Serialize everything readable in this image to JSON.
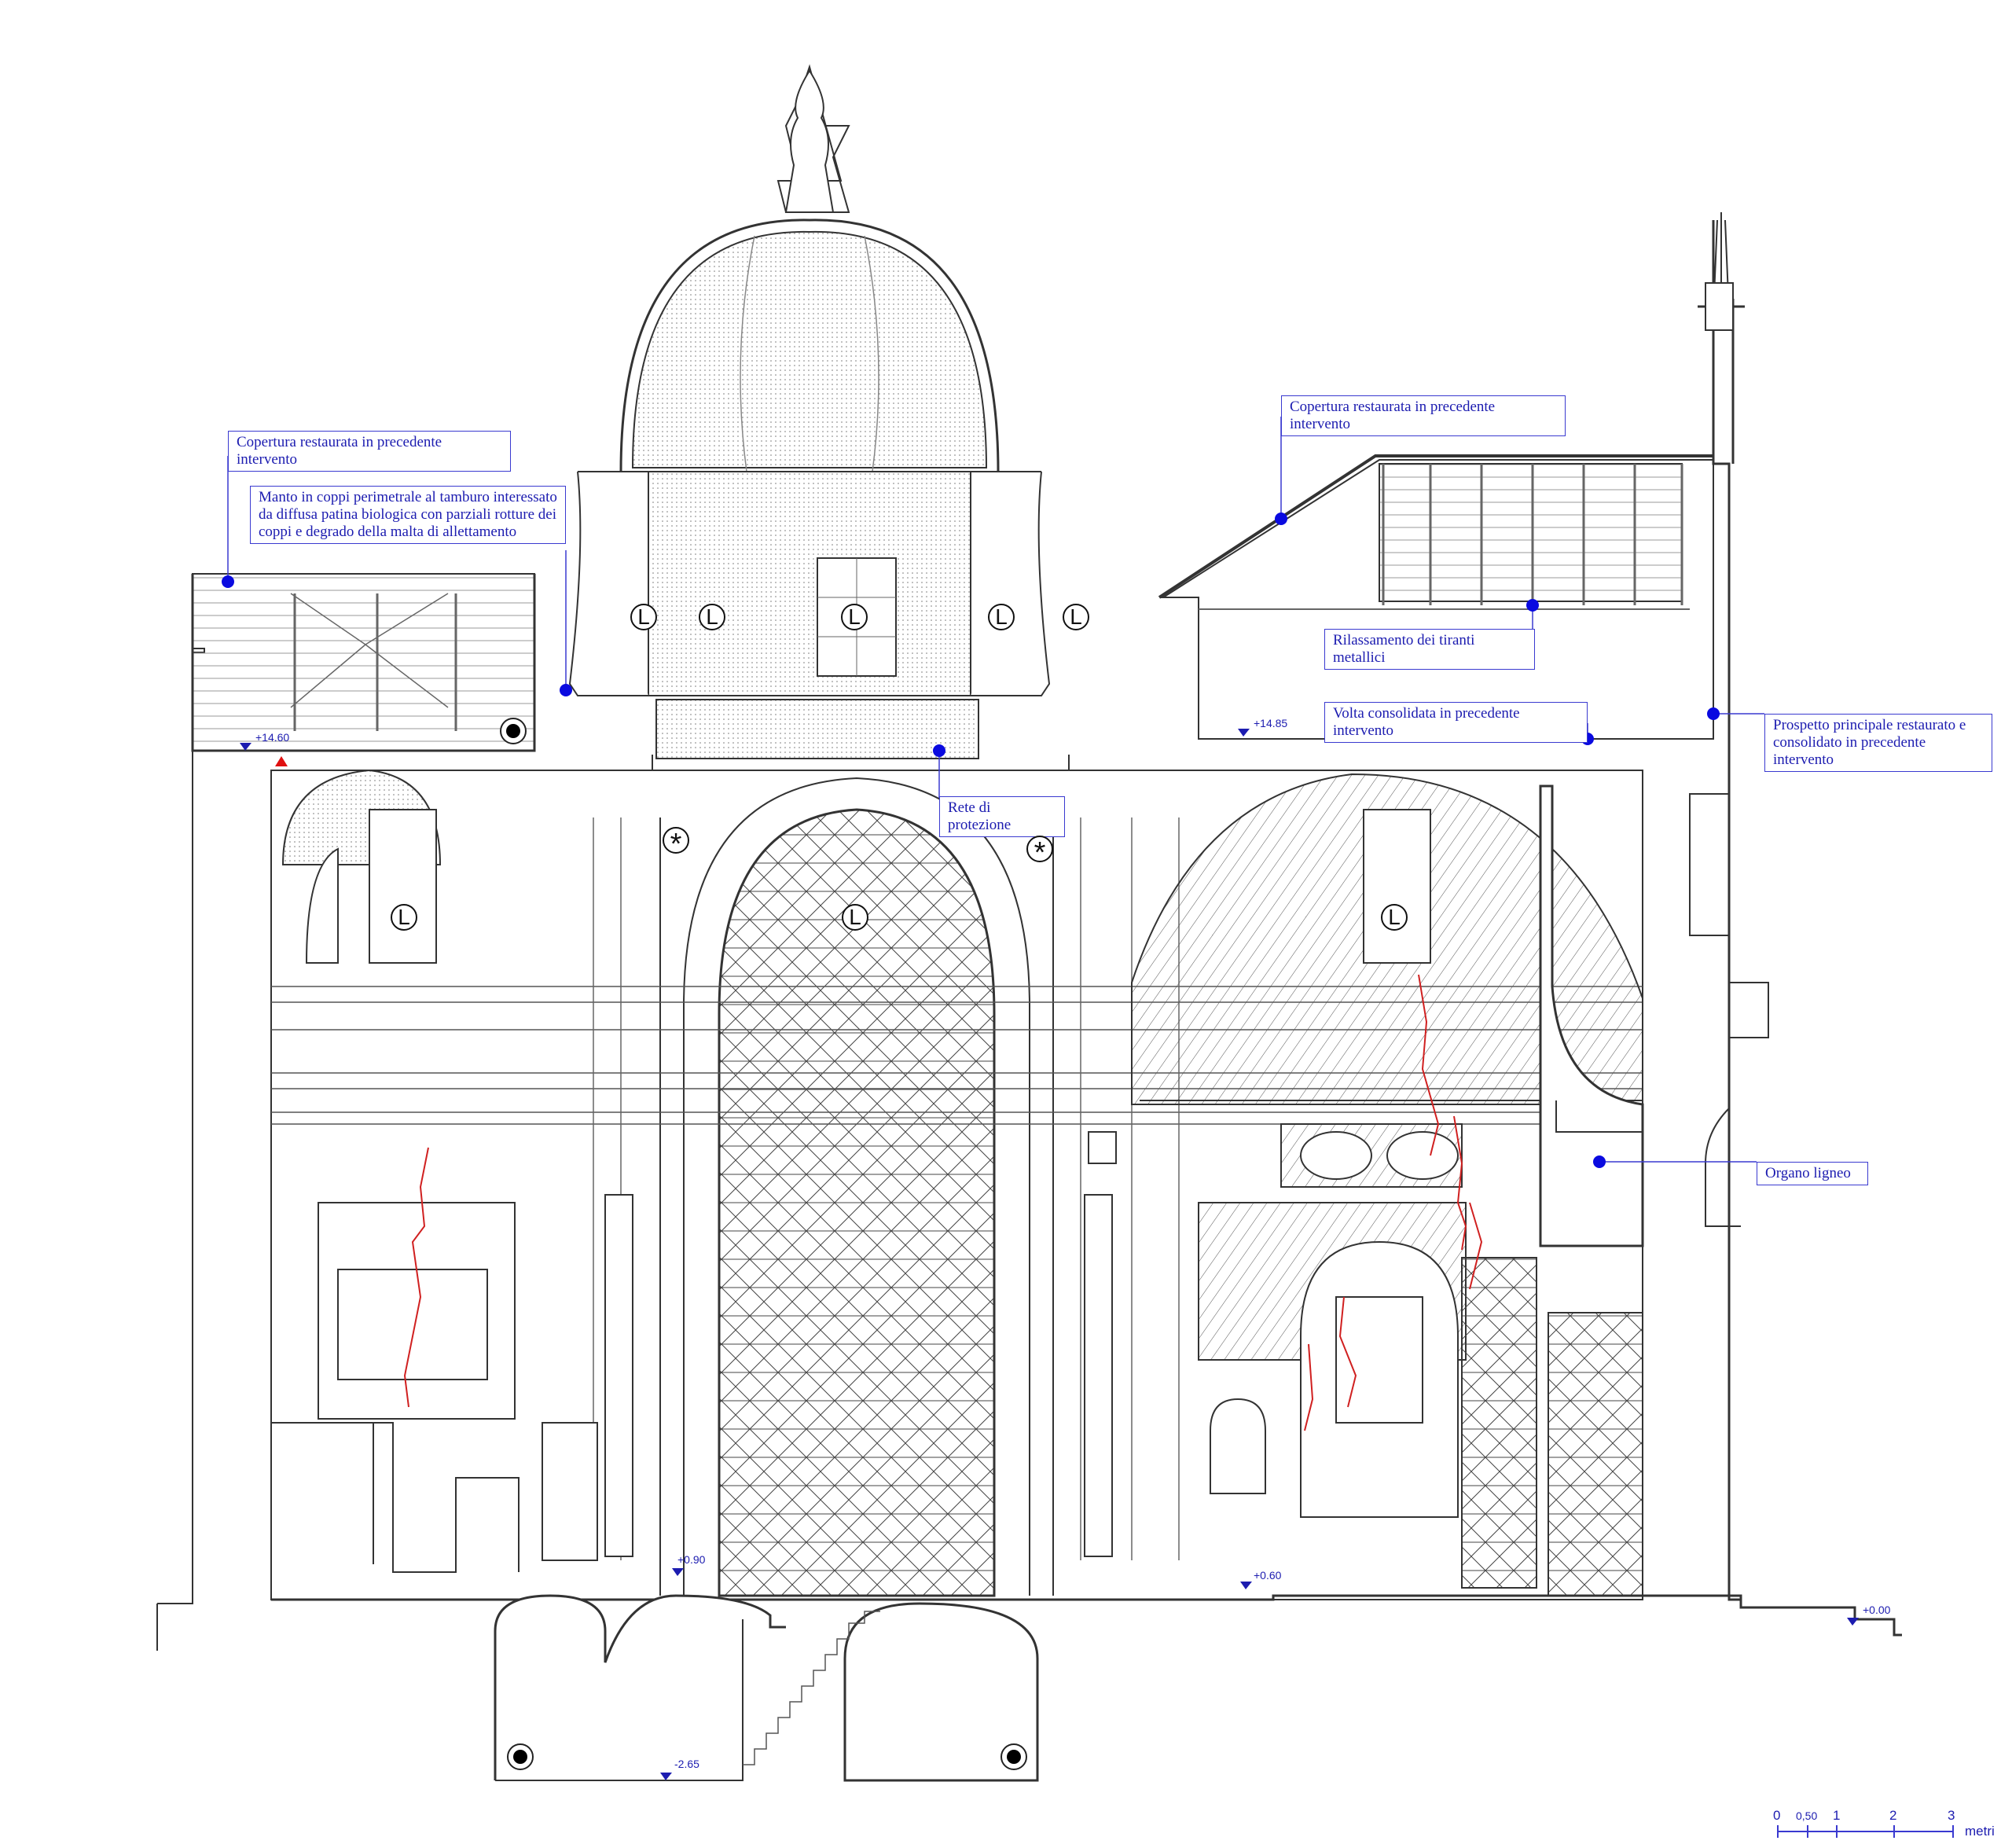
{
  "callouts": {
    "copertura_left": "Copertura restaurata in precedente intervento",
    "manto_coppi": "Manto in coppi perimetrale al tamburo interessato da diffusa patina biologica con parziali rotture dei coppi e degrado della malta di allettamento",
    "copertura_right": "Copertura restaurata in precedente intervento",
    "rilassamento": "Rilassamento dei tiranti metallici",
    "volta": "Volta consolidata in precedente intervento",
    "prospetto": "Prospetto principale restaurato e consolidato in precedente intervento",
    "rete": "Rete di protezione",
    "organo": "Organo ligneo"
  },
  "elevations": {
    "e1460": "+14.60",
    "e1485": "+14.85",
    "e090": "+0.90",
    "e060": "+0.60",
    "e000": "+0.00",
    "em265": "-2.65"
  },
  "marks": {
    "lantern_symbol": "L",
    "cracked_symbol": "*"
  },
  "scale": {
    "t0": "0",
    "t050": "0,50",
    "t1": "1",
    "t2": "2",
    "t3": "3",
    "unit": "metri"
  },
  "colors": {
    "line": "#333333",
    "callout": "#1c1cb0",
    "leader_dot": "#0a0ae0",
    "crack": "#d02020",
    "warning": "#e01010"
  }
}
